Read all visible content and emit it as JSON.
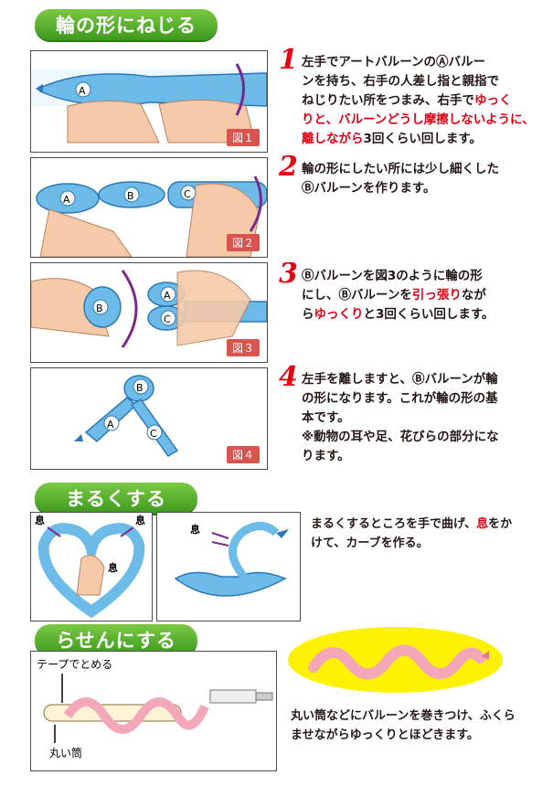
{
  "sections": {
    "twist_title": "輪の形にねじる",
    "round_title": "まるくする",
    "spiral_title": "らせんにする"
  },
  "figures": {
    "fig1": "図１",
    "fig2": "図２",
    "fig3": "図３",
    "fig4": "図４"
  },
  "balloon_labels": {
    "a": "A",
    "b": "B",
    "c": "C"
  },
  "steps": [
    {
      "num": "1",
      "lines": [
        "左手でアートバルーンのⒶバルー",
        "ンを持ち、右手の人差し指と親指で",
        "ねじりたい所をつまみ、右手で"
      ],
      "red1": "ゆっく",
      "red2": "りと、バルーンどうし摩擦しないように、",
      "red3": "離しながら",
      "tail": "3回くらい回します。"
    },
    {
      "num": "2",
      "line1": "輪の形にしたい所には少し細くした",
      "line2": "Ⓑバルーンを作ります。"
    },
    {
      "num": "3",
      "line1": "Ⓑバルーンを図3のように輪の形",
      "line2a": "にし、Ⓑバルーンを",
      "red": "引っ張り",
      "line2b": "なが",
      "line3a": "ら",
      "red2": "ゆっくり",
      "line3b": "と3回くらい回します。"
    },
    {
      "num": "4",
      "line1": "左手を離しますと、Ⓑバルーンが輪",
      "line2": "の形になります。これが輪の形の基",
      "line3": "本です。",
      "line4": "※動物の耳や足、花びらの部分にな",
      "line5": "ります。"
    }
  ],
  "round": {
    "breath": "息",
    "line1a": "まるくするところを手で曲げ、",
    "red": "息",
    "line1b": "をか",
    "line2": "けて、カーブを作る。"
  },
  "spiral": {
    "tape_label": "テープでとめる",
    "tube_label": "丸い筒",
    "line1": "丸い筒などにバルーンを巻きつけ、ふくら",
    "line2": "ませながらゆっくりとほどきます。"
  },
  "colors": {
    "accent_green": "#4caf22",
    "accent_red": "#e60012",
    "balloon_blue": "#5fb3e6",
    "balloon_pink": "#f4a7b9",
    "highlight_yellow": "#fff200"
  }
}
